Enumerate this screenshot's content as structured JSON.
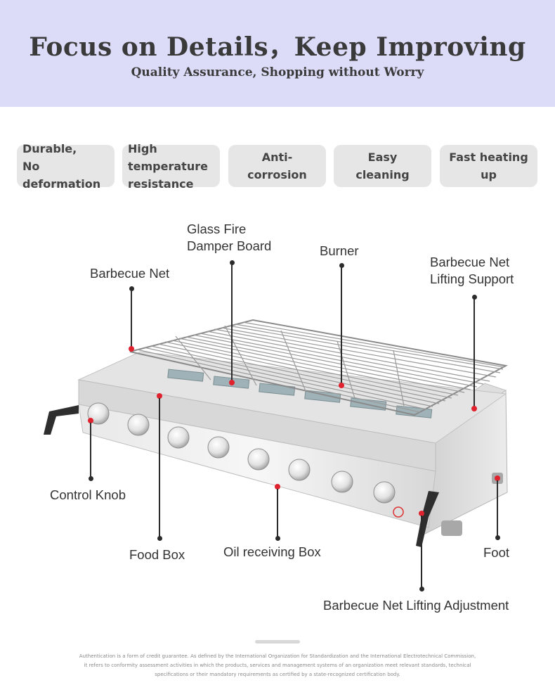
{
  "header": {
    "title": "Focus on Details，Keep Improving",
    "subtitle": "Quality Assurance, Shopping without Worry"
  },
  "features": [
    {
      "line1": "Durable,",
      "line2": "No deformation"
    },
    {
      "line1": "High temperature",
      "line2": "resistance"
    },
    {
      "line1": "Anti-corrosion"
    },
    {
      "line1": "Easy cleaning"
    },
    {
      "line1": "Fast heating up"
    }
  ],
  "parts": {
    "glass_fire_damper_line1": "Glass Fire",
    "glass_fire_damper_line2": "Damper Board",
    "burner": "Burner",
    "barbecue_net_lifting_support_line1": "Barbecue Net",
    "barbecue_net_lifting_support_line2": "Lifting Support",
    "barbecue_net": "Barbecue Net",
    "control_knob": "Control Knob",
    "food_box": "Food Box",
    "oil_receiving_box": "Oil receiving Box",
    "foot": "Foot",
    "barbecue_net_lifting_adjustment": "Barbecue Net Lifting Adjustment"
  },
  "footer": {
    "line1": "Authentication is a form of credit guarantee. As defined by the International Organization for Standardization and the International Electrotechnical Commission,",
    "line2": "it refers to conformity assessment activities in which the products, services and management systems of an organization meet relevant standards, technical",
    "line3": "specifications or their mandatory requirements as certified by a state-recognized certification body."
  },
  "colors": {
    "banner": "#dcdcf9",
    "feature_bg": "#e6e6e6",
    "marker_red": "#e0222e"
  }
}
